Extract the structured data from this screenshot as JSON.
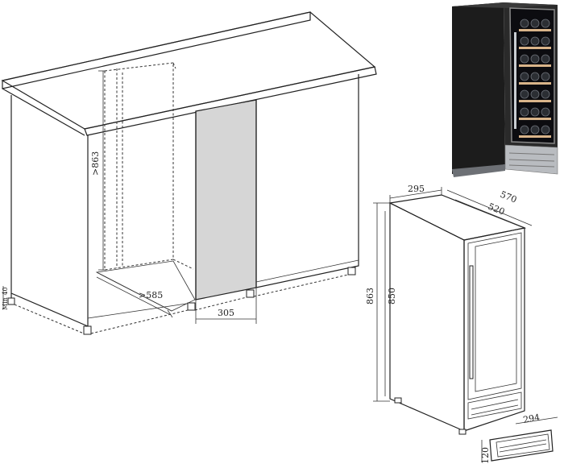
{
  "dimensions": {
    "cabinet_height": ">863",
    "cabinet_depth": ">585",
    "cabinet_width": "305",
    "min_gap": "Min 40",
    "width_295": "295",
    "depth_570": "570",
    "depth_520": "520",
    "height_863": "863",
    "height_850": "850",
    "vent_294": "294",
    "vent_120": "120"
  },
  "colors": {
    "line": "#222222",
    "shade": "#d6d6d6",
    "fridge_body": "#1c1c1c",
    "steel": "#b9bcc0",
    "wood": "#d9b48a"
  }
}
